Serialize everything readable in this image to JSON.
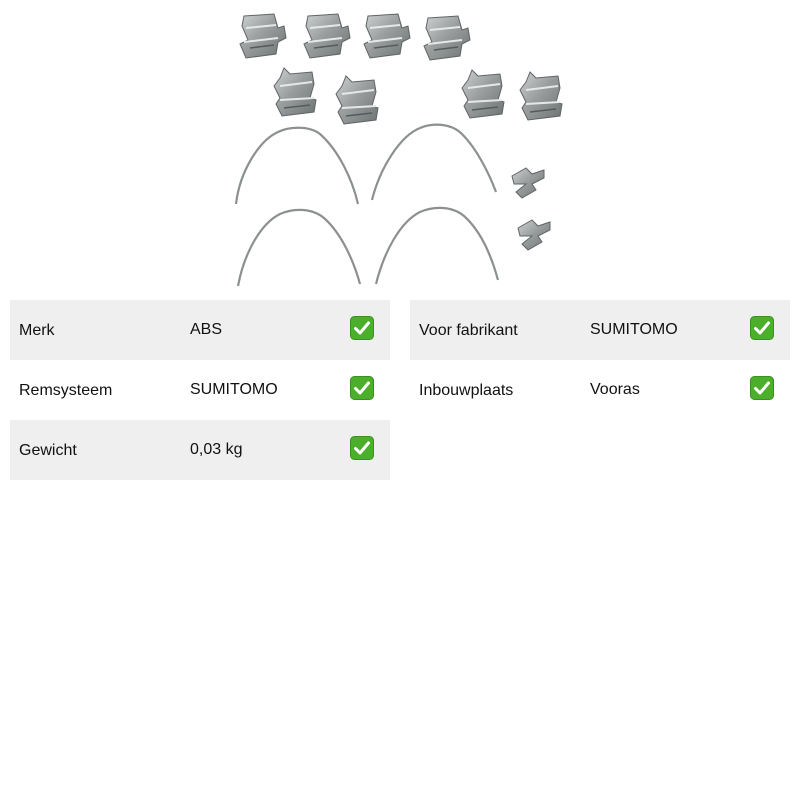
{
  "product": {
    "image_icon": "brake-pad-fitting-kit-image"
  },
  "specs": {
    "check_icon": "check-mark-icon",
    "check_color": "#4caf2c",
    "left": [
      {
        "label": "Merk",
        "value": "ABS"
      },
      {
        "label": "Remsysteem",
        "value": "SUMITOMO"
      },
      {
        "label": "Gewicht",
        "value": "0,03 kg"
      }
    ],
    "right": [
      {
        "label": "Voor fabrikant",
        "value": "SUMITOMO"
      },
      {
        "label": "Inbouwplaats",
        "value": "Vooras"
      }
    ]
  }
}
